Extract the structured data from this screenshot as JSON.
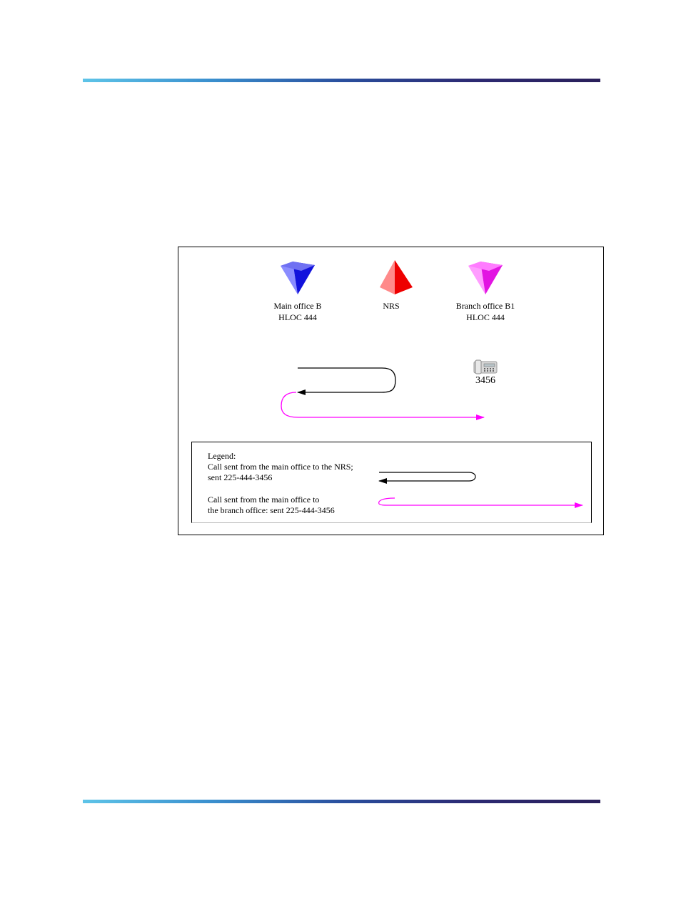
{
  "nodes": [
    {
      "name": "Main office B",
      "hloc": "HLOC 444",
      "color_light": "#8a8cff",
      "color_dark": "#1010e0"
    },
    {
      "name": "NRS",
      "hloc": "",
      "color_light": "#ff8a8a",
      "color_dark": "#ee0000"
    },
    {
      "name": "Branch office B1",
      "hloc": "HLOC 444",
      "color_light": "#ff9cff",
      "color_dark": "#e010e0"
    }
  ],
  "telephone": {
    "icon": "telephone-icon",
    "extension": "3456"
  },
  "legend": {
    "title": "Legend:",
    "items": [
      {
        "line1": "Call sent from the main office to the NRS;",
        "line2": "sent  225-444-3456",
        "color": "#000000"
      },
      {
        "line1": "Call sent from the main office to",
        "line2": "the branch office: sent 225-444-3456",
        "color": "#ff00ff"
      }
    ]
  }
}
